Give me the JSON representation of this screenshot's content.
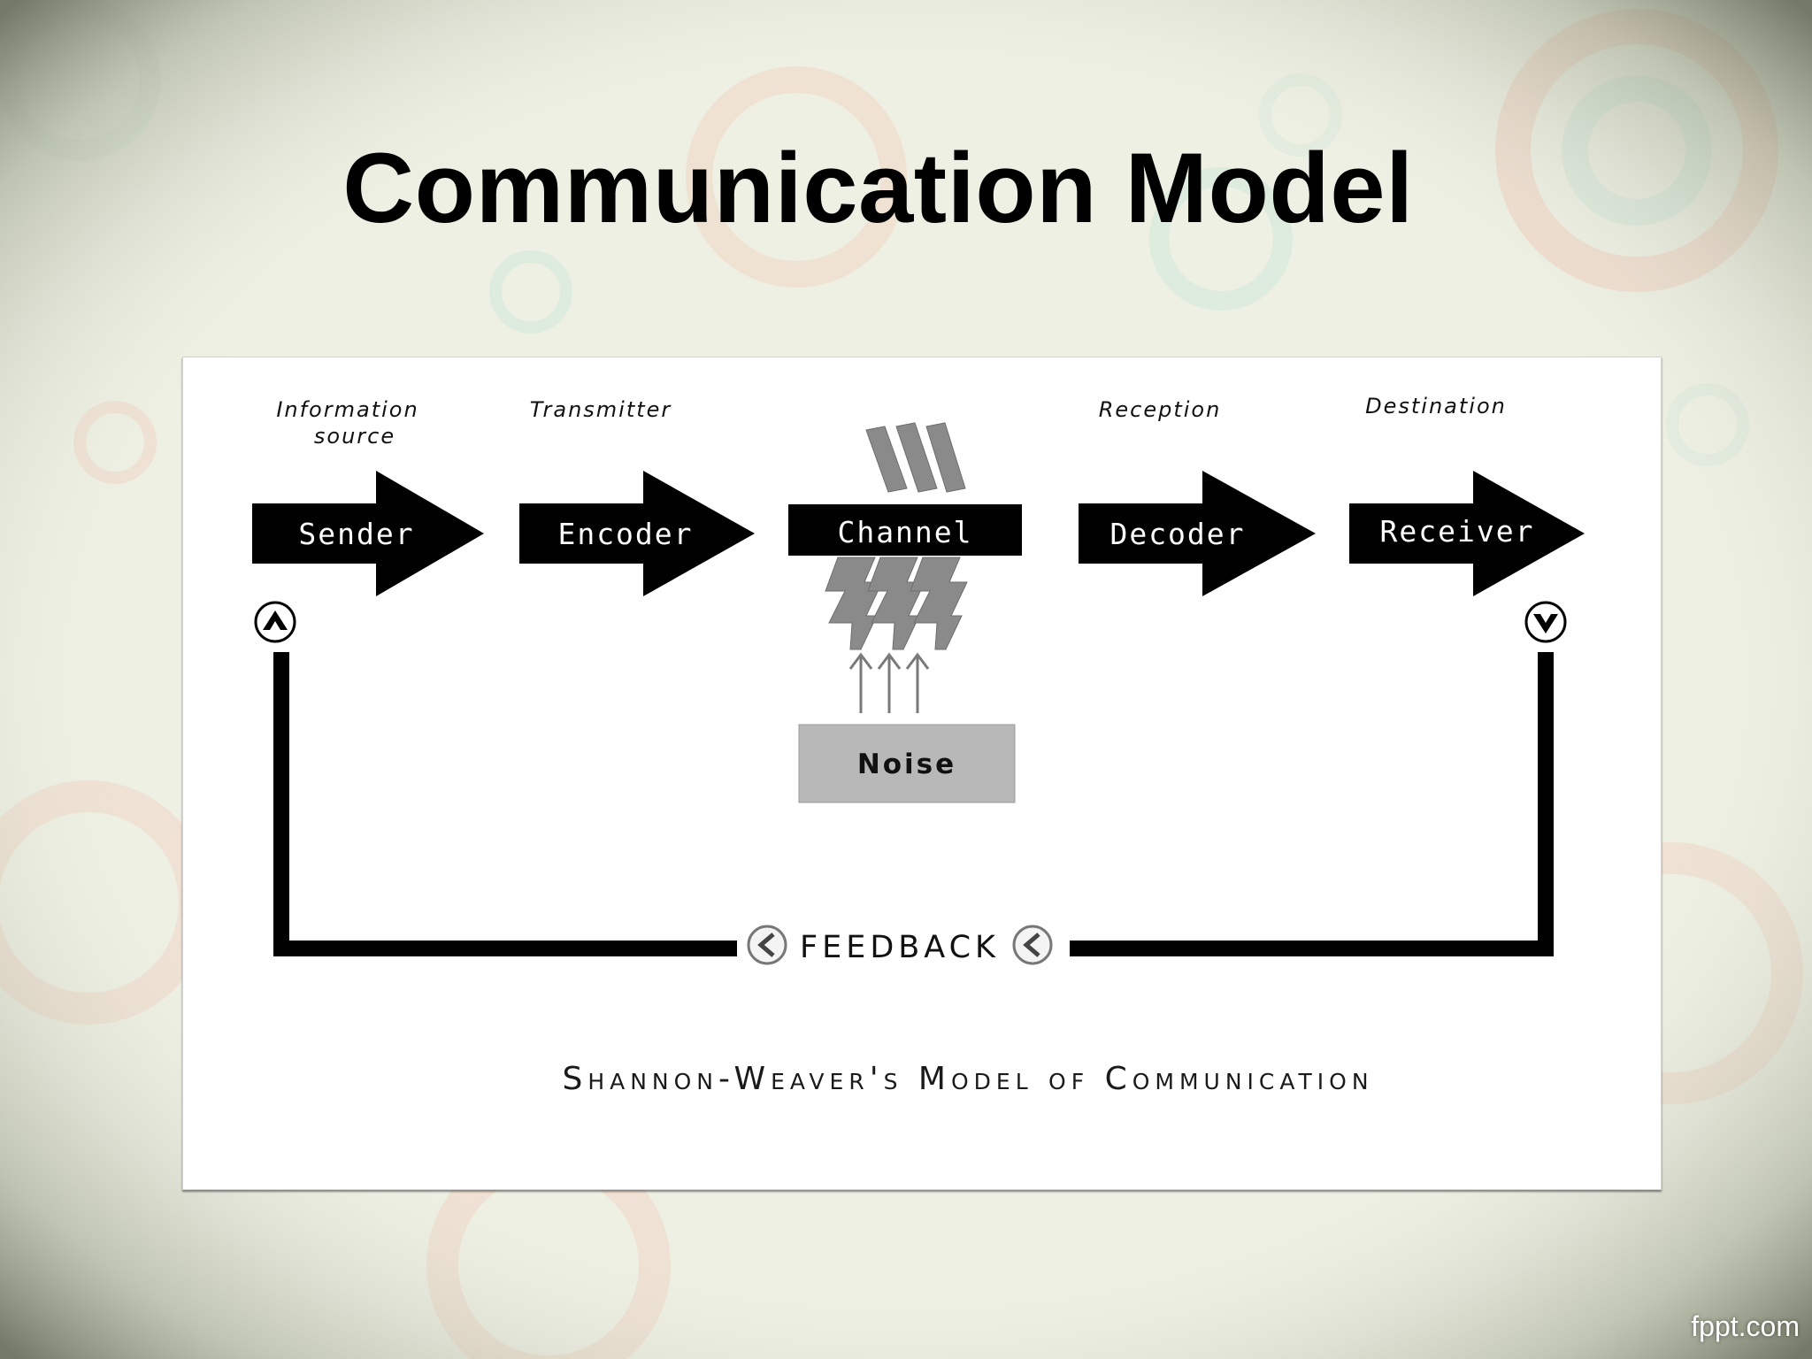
{
  "slide": {
    "title": "Communication Model",
    "watermark": "fppt.com"
  },
  "diagram": {
    "nodes": [
      {
        "label": "Sender",
        "role": "Information source"
      },
      {
        "label": "Encoder",
        "role": "Transmitter"
      },
      {
        "label": "Channel",
        "role": ""
      },
      {
        "label": "Decoder",
        "role": "Reception"
      },
      {
        "label": "Receiver",
        "role": "Destination"
      }
    ],
    "noise_label": "Noise",
    "feedback_label": "FEEDBACK",
    "caption": "Shannon-Weaver's Model of Communication"
  },
  "colors": {
    "arrow_fill": "#000000",
    "noise_fill": "#b8b8b8",
    "lightning_fill": "#8a8a8a",
    "slide_background": "#eef0e4"
  }
}
